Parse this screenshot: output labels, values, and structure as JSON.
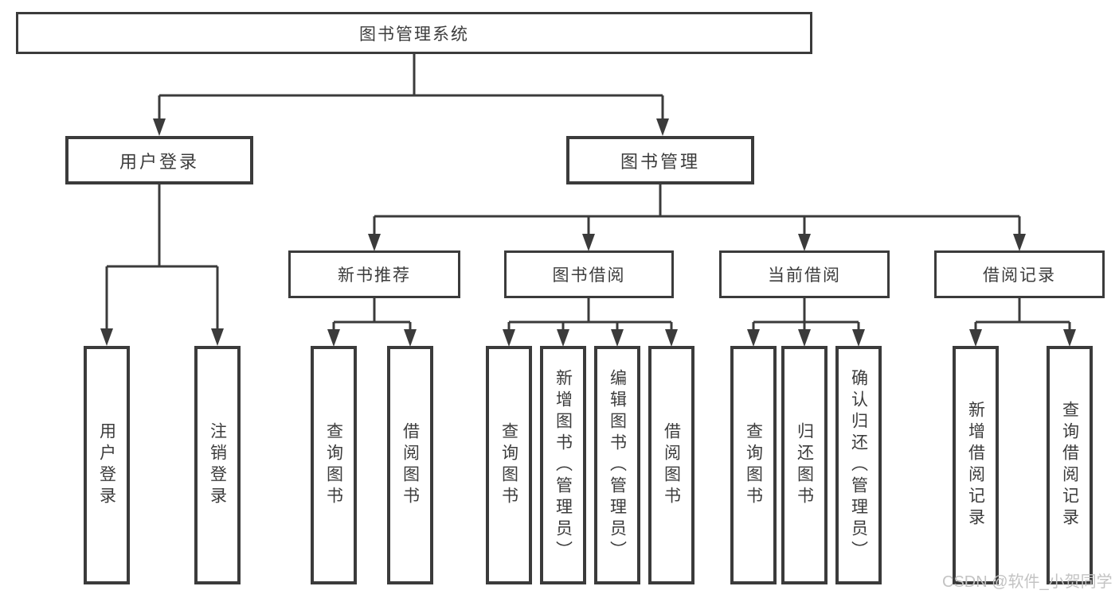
{
  "colors": {
    "line": "#3b3b3b",
    "text": "#3c3c3c",
    "watermark": "#c3c3c3",
    "background": "#ffffff"
  },
  "watermark": {
    "text": "CSDN @软件_小贺同学"
  },
  "diagram": {
    "root": {
      "label": "图书管理系统"
    },
    "branches": [
      {
        "label": "用户登录",
        "children": [
          {
            "label": "用户登录"
          },
          {
            "label": "注销登录"
          }
        ]
      },
      {
        "label": "图书管理",
        "children": [
          {
            "label": "新书推荐",
            "children": [
              {
                "label": "查询图书"
              },
              {
                "label": "借阅图书"
              }
            ]
          },
          {
            "label": "图书借阅",
            "children": [
              {
                "label": "查询图书"
              },
              {
                "label": "新增图书（管理员）"
              },
              {
                "label": "编辑图书（管理员）"
              },
              {
                "label": "借阅图书"
              }
            ]
          },
          {
            "label": "当前借阅",
            "children": [
              {
                "label": "查询图书"
              },
              {
                "label": "归还图书"
              },
              {
                "label": "确认归还（管理员）"
              }
            ]
          },
          {
            "label": "借阅记录",
            "children": [
              {
                "label": "新增借阅记录"
              },
              {
                "label": "查询借阅记录"
              }
            ]
          }
        ]
      }
    ]
  }
}
